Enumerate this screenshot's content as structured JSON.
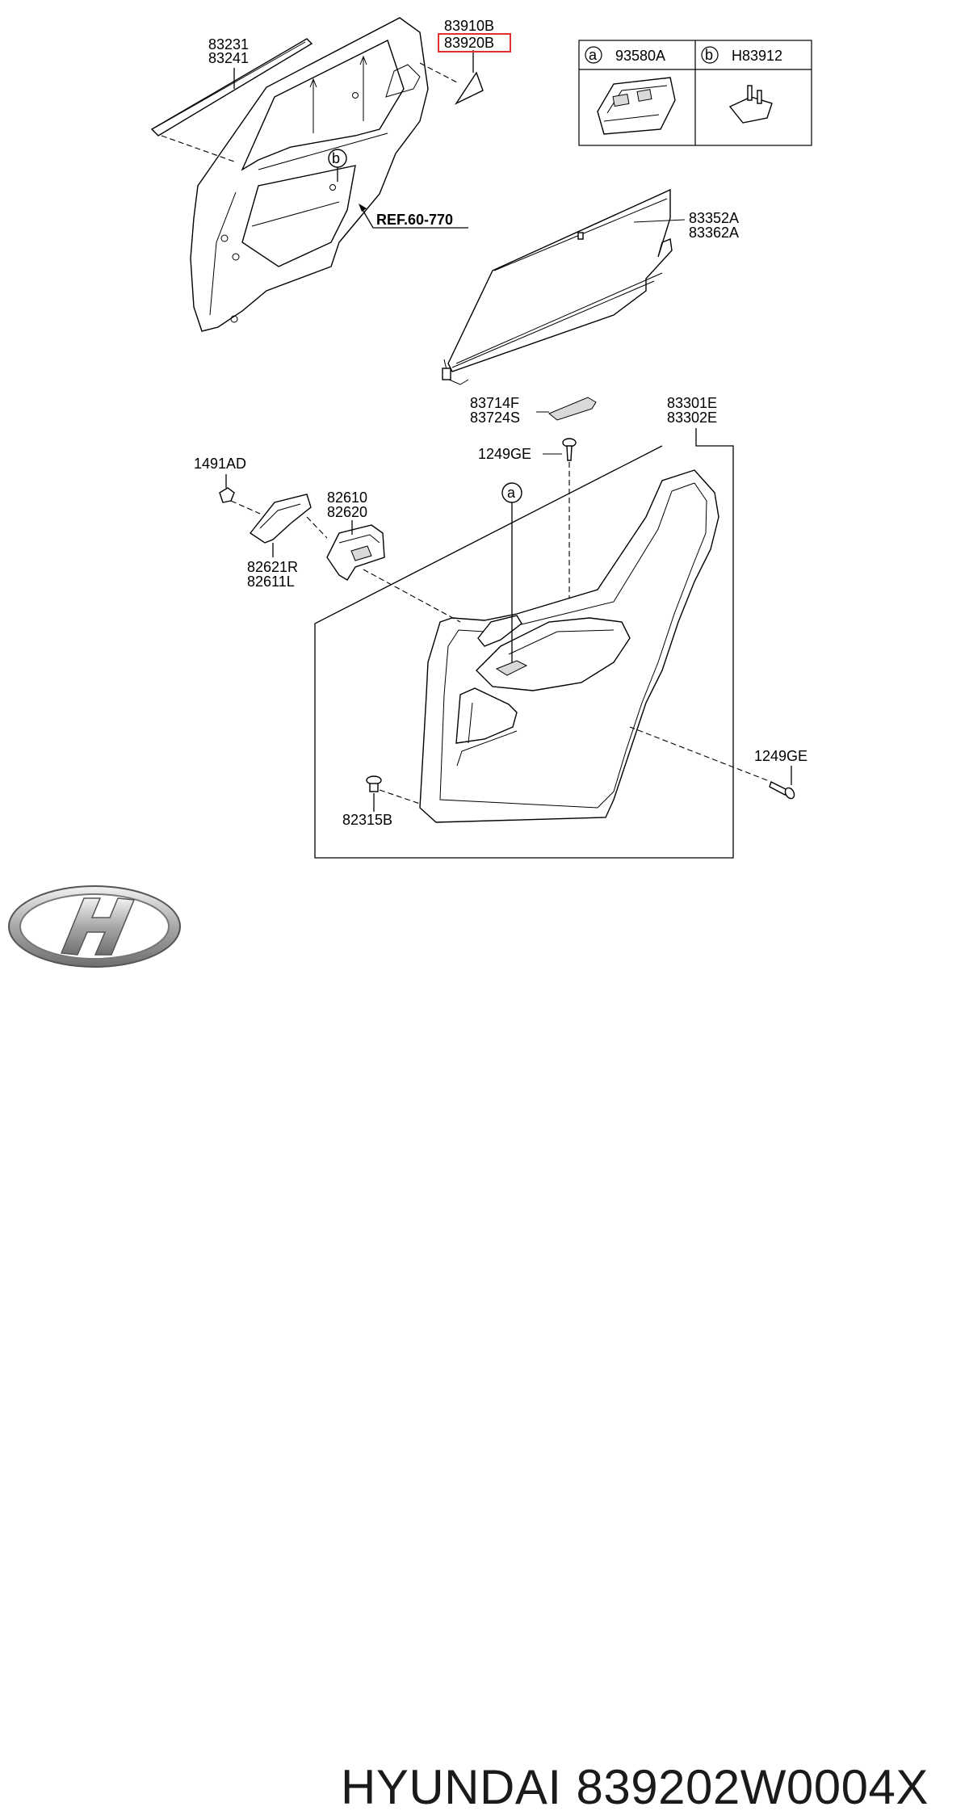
{
  "callouts": {
    "p83231": "83231",
    "p83241": "83241",
    "p83910B": "83910B",
    "p83920B": "83920B",
    "ref": "REF.60-770",
    "p83352A": "83352A",
    "p83362A": "83362A",
    "p83714F": "83714F",
    "p83724S": "83724S",
    "p1249GE_top": "1249GE",
    "p83301E": "83301E",
    "p83302E": "83302E",
    "p1491AD": "1491AD",
    "p82610": "82610",
    "p82620": "82620",
    "p82621R": "82621R",
    "p82611L": "82611L",
    "p1249GE_right": "1249GE",
    "p82315B": "82315B",
    "marker_a": "a",
    "marker_b": "b"
  },
  "legend_table": {
    "a_key": "a",
    "a_part": "93580A",
    "b_key": "b",
    "b_part": "H83912"
  },
  "highlight_color": "#e0312f",
  "footer": {
    "brand": "HYUNDAI",
    "part_number": "839202W0004X",
    "logo_icon": "hyundai-logo-icon"
  }
}
